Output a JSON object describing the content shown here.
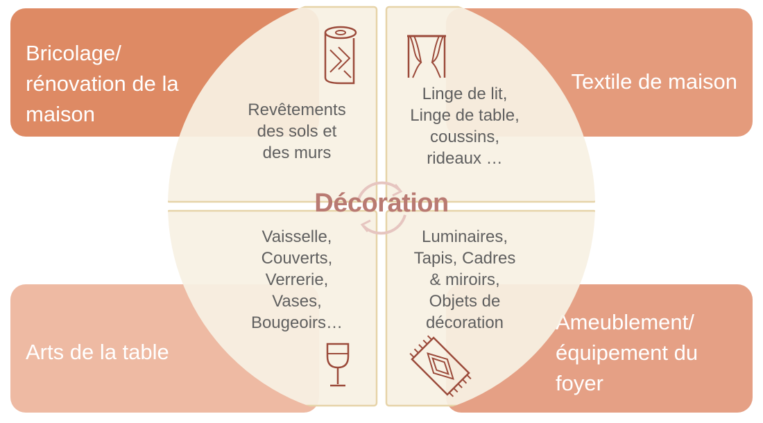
{
  "colors": {
    "corner_top_left": "#de8a64",
    "corner_top_right": "#e49b7c",
    "corner_bottom_left": "#eebaa3",
    "corner_bottom_right": "#e5a085",
    "circle_fill": "#f8f1e3",
    "circle_border": "#e6d3a8",
    "icon": "#9b4a3a",
    "center_title": "#b97a72",
    "body_text": "#5f5f5f"
  },
  "center": {
    "title": "Décoration",
    "icon": "refresh-cycle-icon"
  },
  "categories": {
    "top_left": {
      "label": "Bricolage/\nrénovation de la\nmaison",
      "items": "Revêtements\ndes sols  et\ndes murs",
      "icon": "paper-roll-icon"
    },
    "top_right": {
      "label": "Textile de maison",
      "items": "Linge de lit,\nLinge de table,\ncoussins,\nrideaux …",
      "icon": "curtains-icon"
    },
    "bottom_left": {
      "label": "Arts de la table",
      "items": "Vaisselle,\nCouverts,\nVerrerie,\nVases,\nBougeoirs…",
      "icon": "wine-glass-icon"
    },
    "bottom_right": {
      "label": "Ameublement/\néquipement du\nfoyer",
      "items": "Luminaires,\nTapis, Cadres\n& miroirs,\nObjets de\ndécoration",
      "icon": "rug-icon"
    }
  }
}
